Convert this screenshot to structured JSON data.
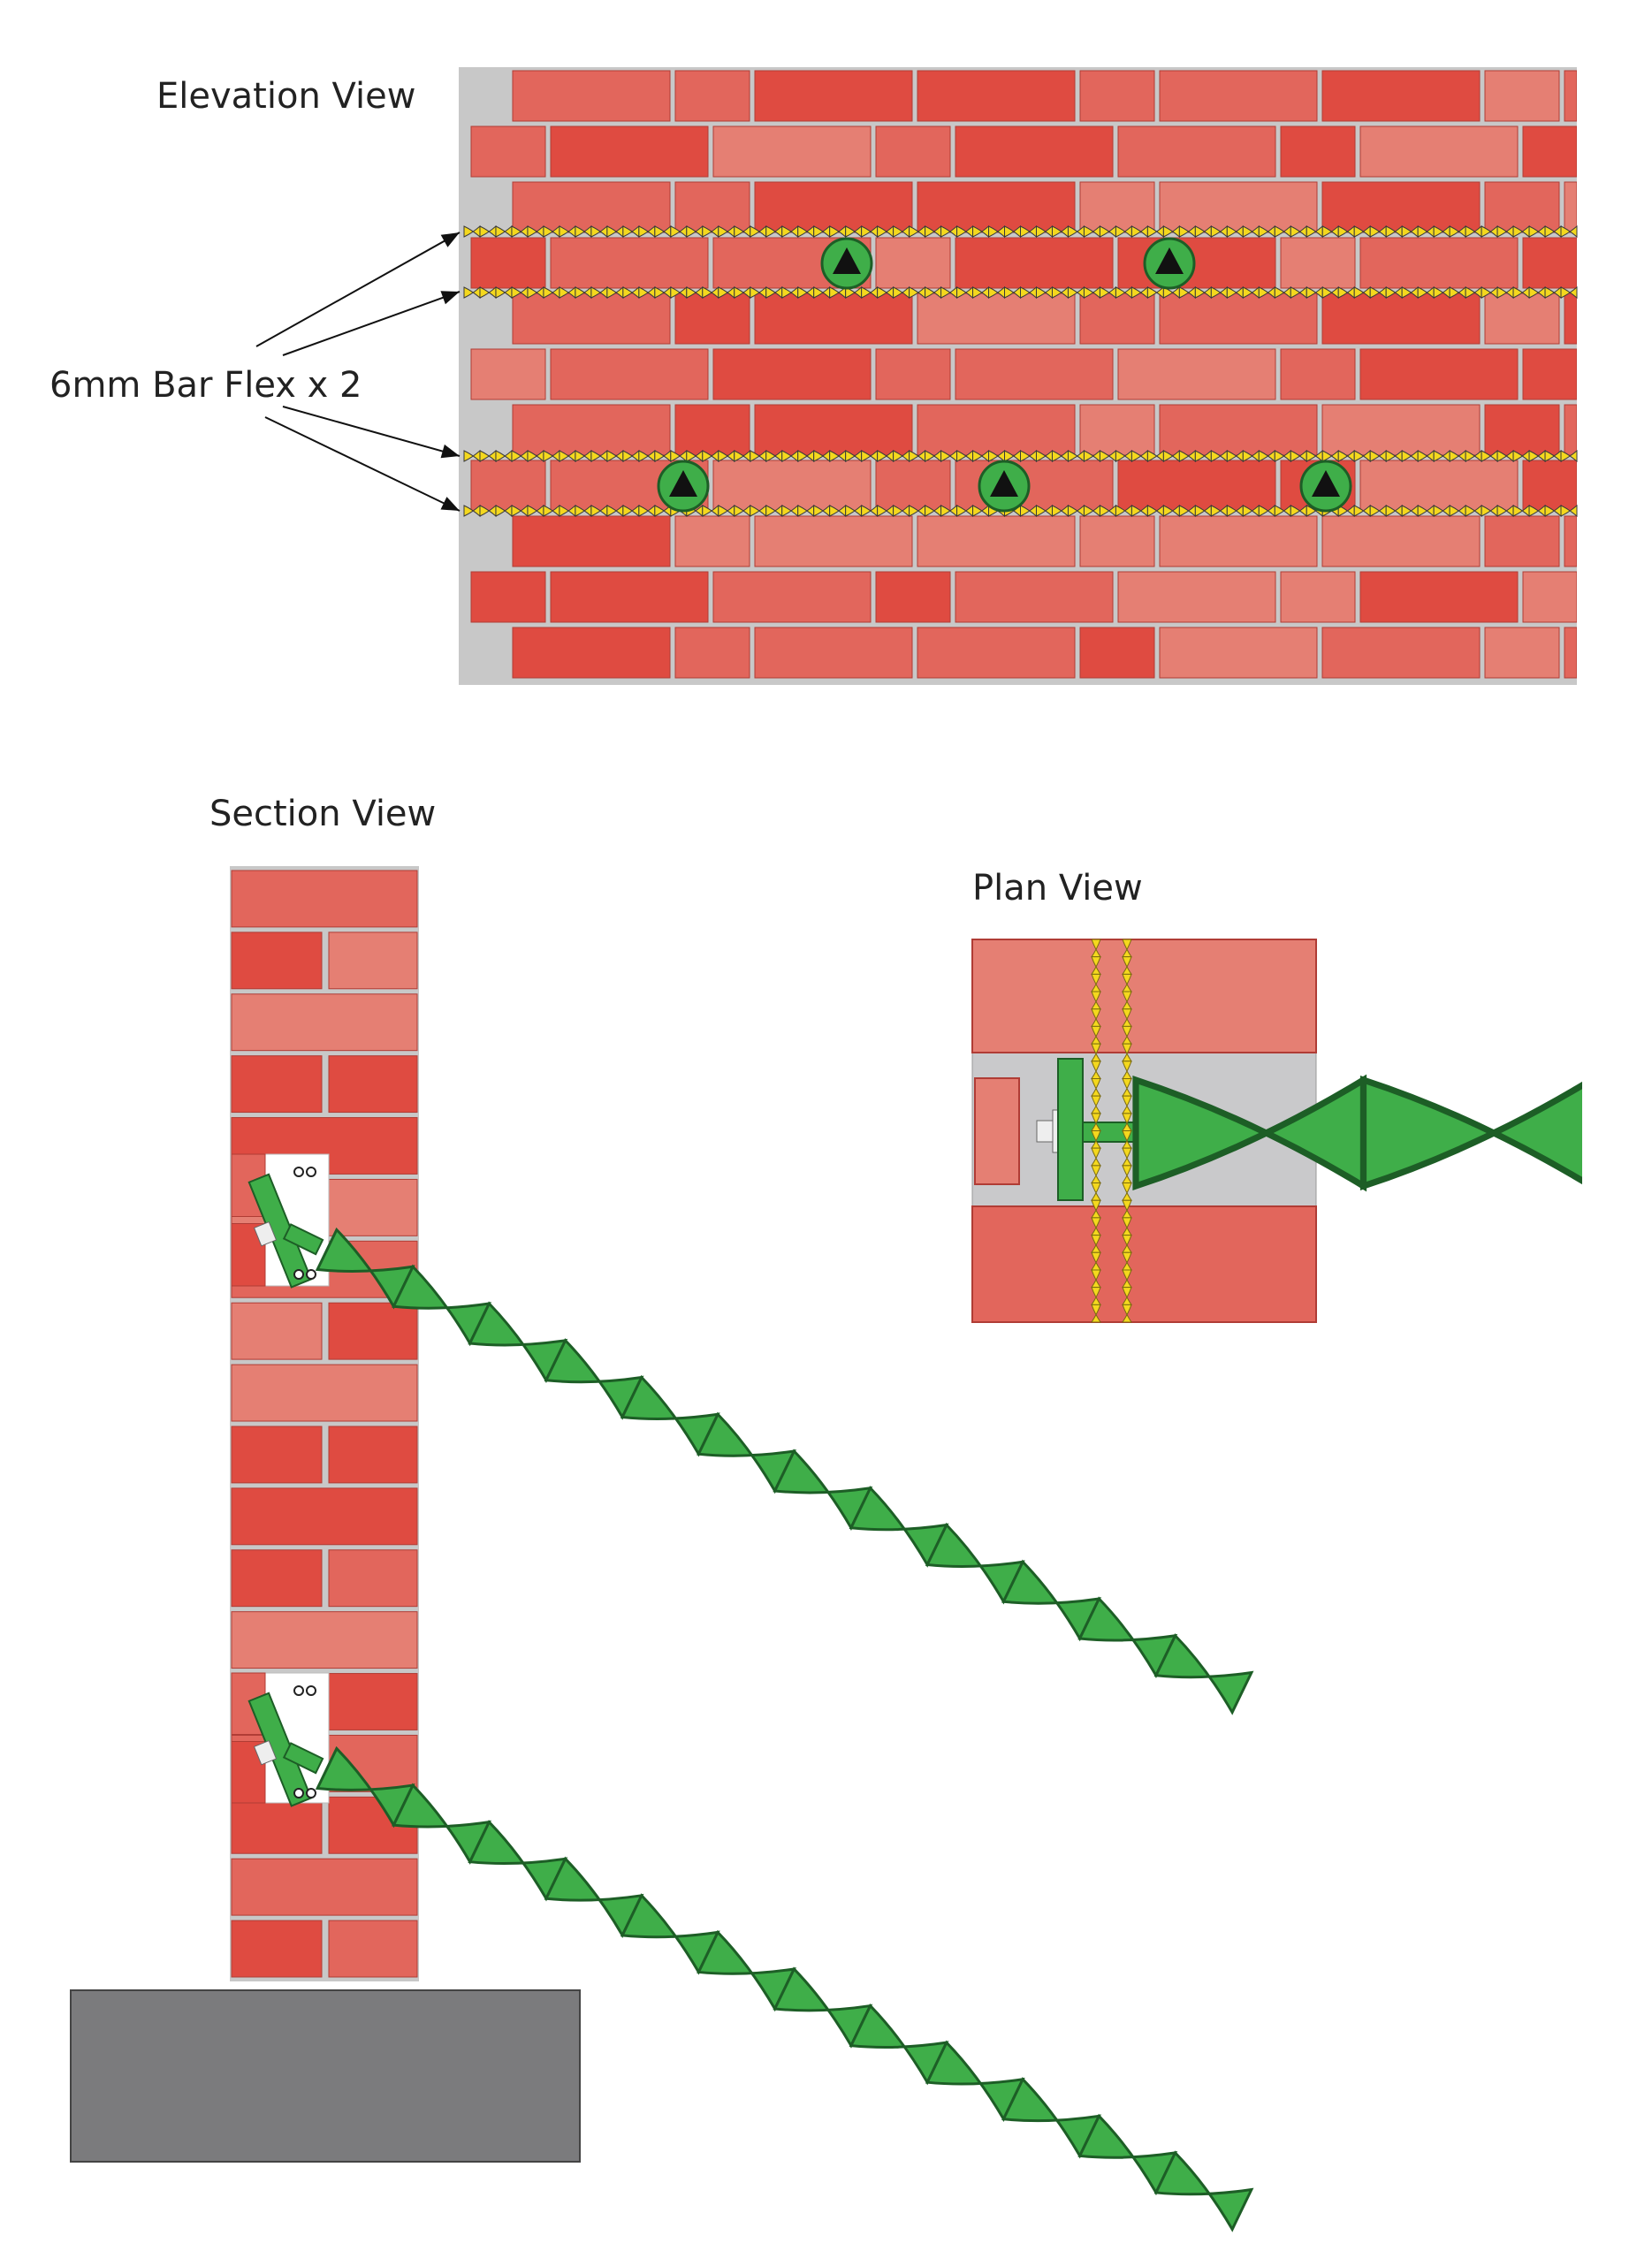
{
  "labels": {
    "elevation": "Elevation View",
    "bar_flex": "6mm Bar Flex x 2",
    "section": "Section View",
    "plan": "Plan View"
  },
  "colors": {
    "brick_dark": "#df4b41",
    "brick_mid": "#e2665c",
    "brick_light": "#e57f73",
    "mortar": "#c8c8c8",
    "bar_yellow": "#f4d81e",
    "bar_dark": "#3a3a3a",
    "anchor_green": "#3fae49",
    "anchor_outline": "#1d5e26",
    "footing": "#7b7b7d",
    "cavity": "#ffffff",
    "plan_gap": "#c9c9cb"
  },
  "icons": [
    "anchor-head-icon",
    "triangle-marker-icon",
    "arrow-icon"
  ]
}
